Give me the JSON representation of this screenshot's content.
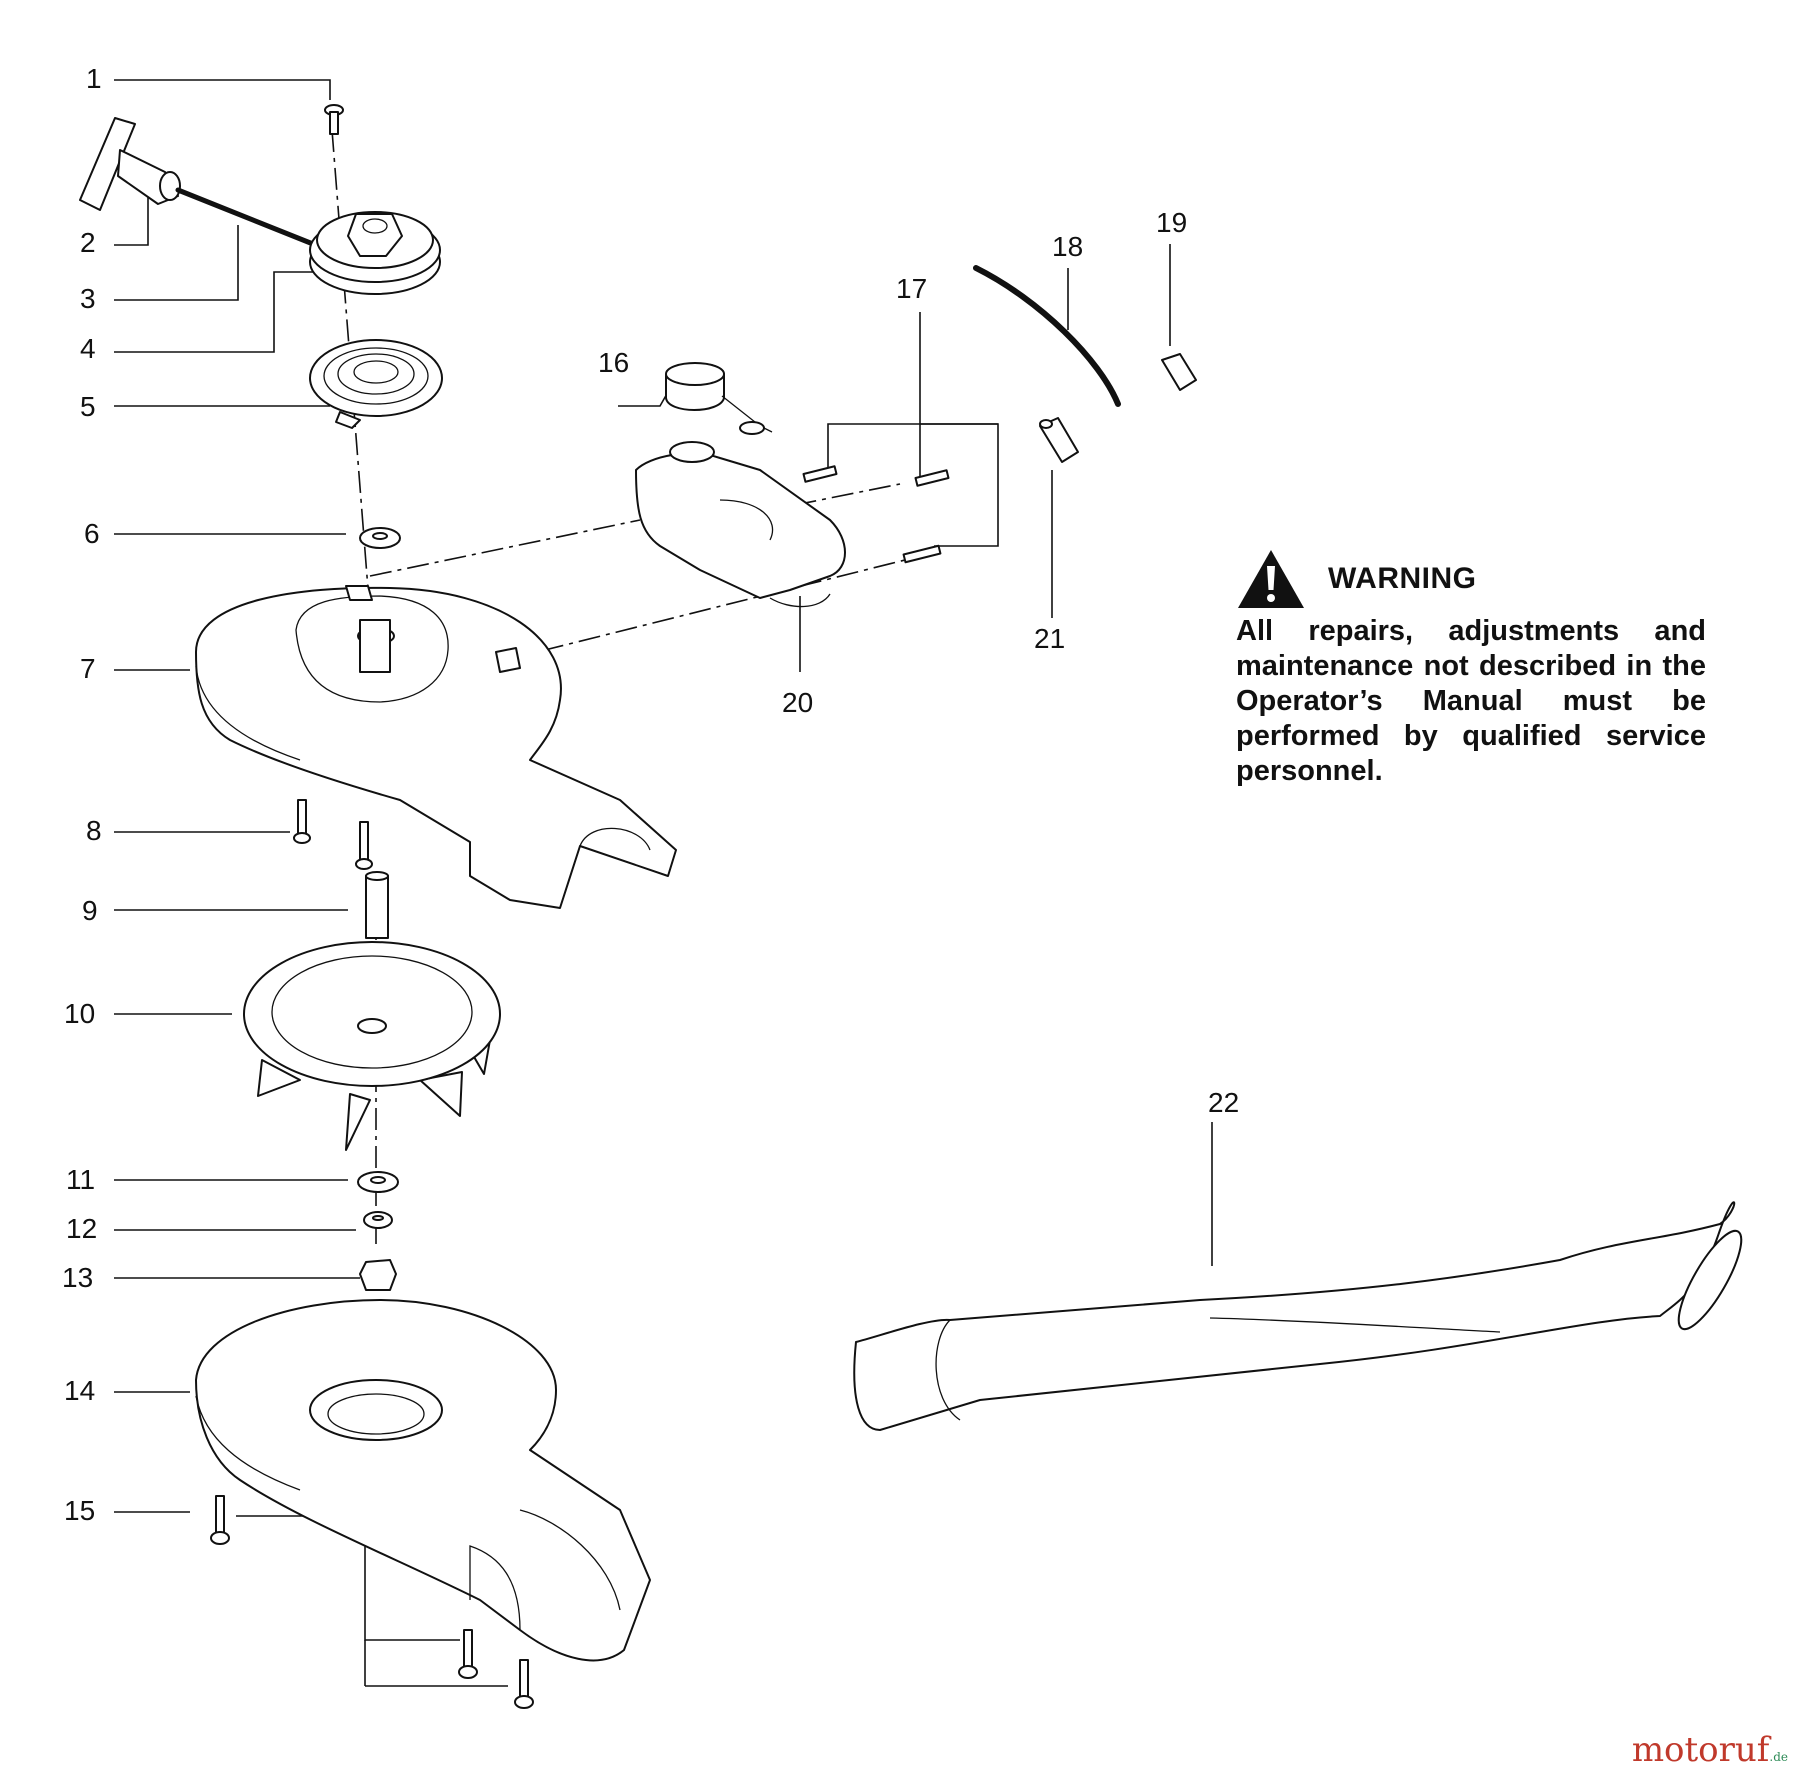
{
  "callouts": [
    "1",
    "2",
    "3",
    "4",
    "5",
    "6",
    "7",
    "8",
    "9",
    "10",
    "11",
    "12",
    "13",
    "14",
    "15",
    "16",
    "17",
    "18",
    "19",
    "20",
    "21",
    "22"
  ],
  "warning": {
    "title": "WARNING",
    "text": "All repairs, adjustments and maintenance not described in the Operator’s Manual must be performed by qualified service personnel."
  },
  "watermark": {
    "main": "motoruf",
    "suffix": ".de"
  }
}
